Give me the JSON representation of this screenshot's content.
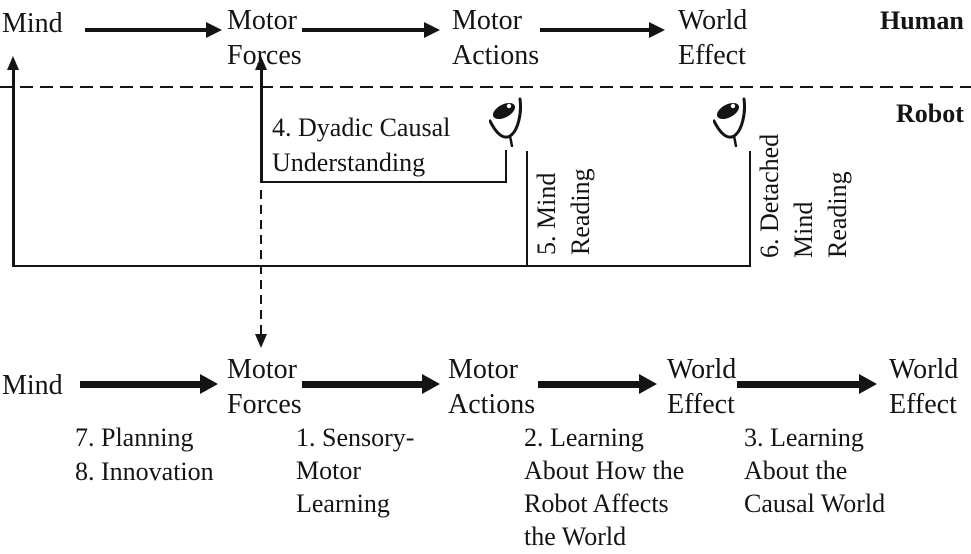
{
  "colors": {
    "ink": "#141414",
    "background": "#ffffff"
  },
  "rows": {
    "human": {
      "row_label": "Human",
      "nodes": {
        "mind": {
          "line1": "Mind"
        },
        "motor_forces": {
          "line1": "Motor",
          "line2": "Forces"
        },
        "motor_actions": {
          "line1": "Motor",
          "line2": "Actions"
        },
        "world_effect": {
          "line1": "World",
          "line2": "Effect"
        }
      }
    },
    "robot": {
      "row_label": "Robot",
      "nodes": {
        "mind": {
          "line1": "Mind"
        },
        "motor_forces": {
          "line1": "Motor",
          "line2": "Forces"
        },
        "motor_actions": {
          "line1": "Motor",
          "line2": "Actions"
        },
        "world_effect_1": {
          "line1": "World",
          "line2": "Effect"
        },
        "world_effect_2": {
          "line1": "World",
          "line2": "Effect"
        }
      }
    }
  },
  "annotations": {
    "dyadic_causal_understanding": {
      "line1": "4. Dyadic Causal",
      "line2": "Understanding"
    },
    "mind_reading": {
      "line1": "5. Mind",
      "line2": "Reading"
    },
    "detached_mind_reading": {
      "line1": "6. Detached",
      "line2": "Mind",
      "line3": "Reading"
    },
    "planning_innovation": {
      "line1": "7. Planning",
      "line2": "8. Innovation"
    },
    "sensory_motor_learning": {
      "line1": "1. Sensory-",
      "line2": "Motor",
      "line3": "Learning"
    },
    "learning_robot_affects_world": {
      "line1": "2. Learning",
      "line2": "About How the",
      "line3": "Robot Affects",
      "line4": "the World"
    },
    "learning_causal_world": {
      "line1": "3. Learning",
      "line2": "About the",
      "line3": "Causal World"
    }
  },
  "icons": {
    "observation": "eye-icon"
  }
}
